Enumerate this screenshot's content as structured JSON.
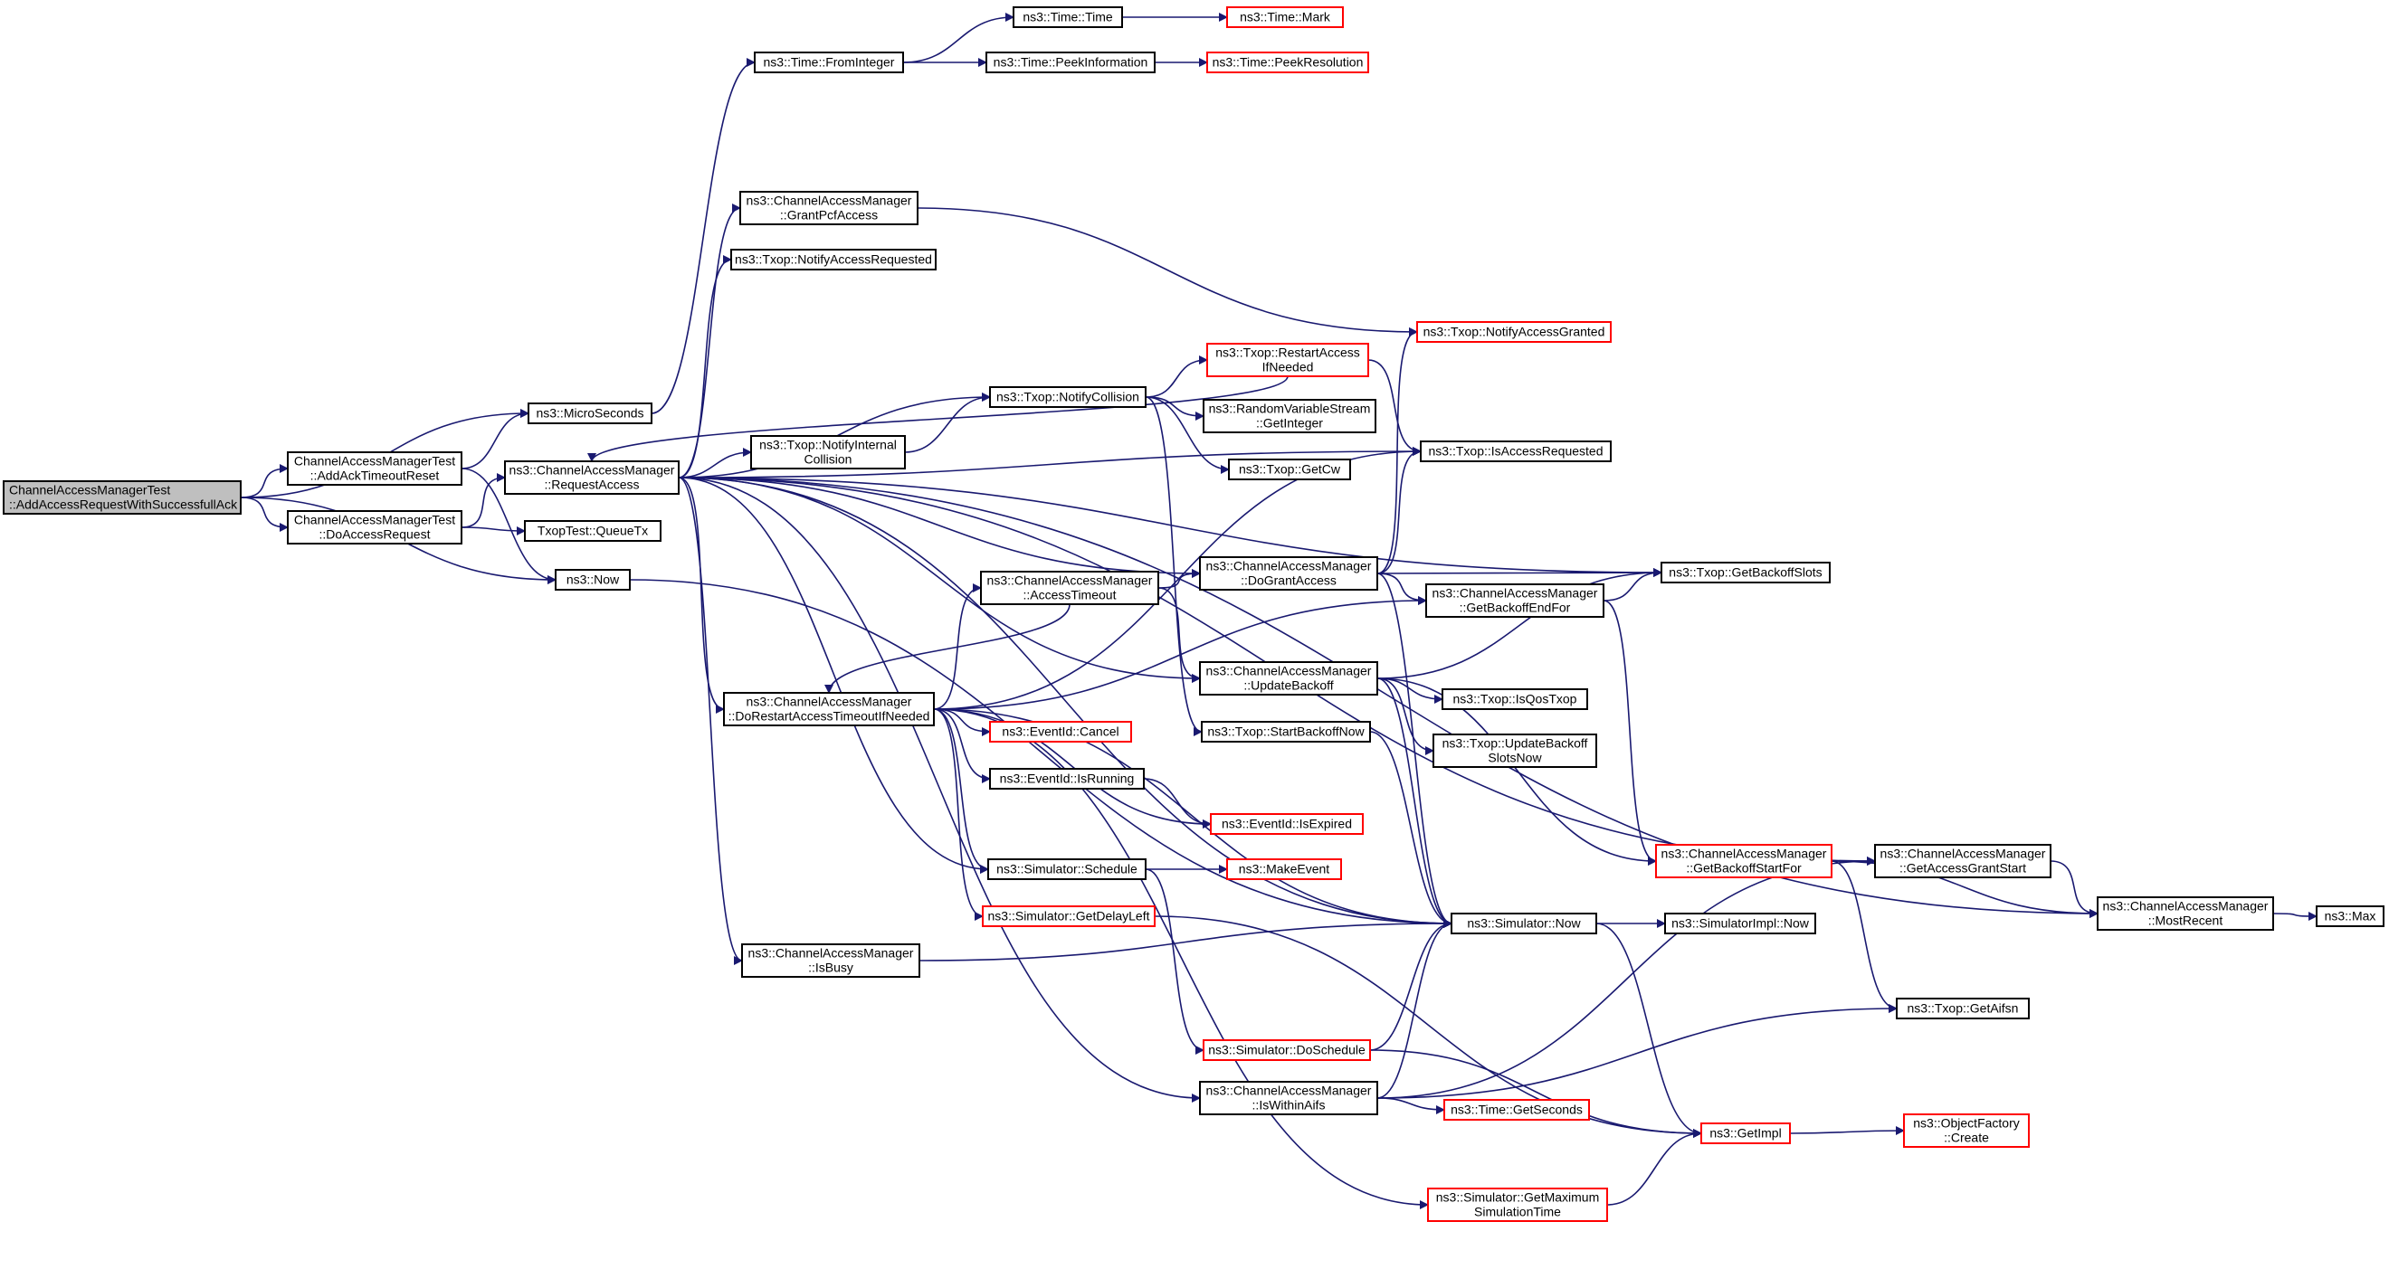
{
  "nodes": [
    {
      "id": "root",
      "lines": [
        "ChannelAccessManagerTest",
        "::AddAccessRequestWithSuccessfullAck"
      ],
      "root": true
    },
    {
      "id": "microseconds",
      "lines": [
        "ns3::MicroSeconds"
      ]
    },
    {
      "id": "addack",
      "lines": [
        "ChannelAccessManagerTest",
        "::AddAckTimeoutReset"
      ]
    },
    {
      "id": "doaccess",
      "lines": [
        "ChannelAccessManagerTest",
        "::DoAccessRequest"
      ]
    },
    {
      "id": "now",
      "lines": [
        "ns3::Now"
      ]
    },
    {
      "id": "fromint",
      "lines": [
        "ns3::Time::FromInteger"
      ]
    },
    {
      "id": "timetime",
      "lines": [
        "ns3::Time::Time"
      ]
    },
    {
      "id": "timemark",
      "lines": [
        "ns3::Time::Mark"
      ],
      "red": true
    },
    {
      "id": "peekinfo",
      "lines": [
        "ns3::Time::PeekInformation"
      ]
    },
    {
      "id": "peekres",
      "lines": [
        "ns3::Time::PeekResolution"
      ],
      "red": true
    },
    {
      "id": "reqaccess",
      "lines": [
        "ns3::ChannelAccessManager",
        "::RequestAccess"
      ]
    },
    {
      "id": "queuetx",
      "lines": [
        "TxopTest::QueueTx"
      ]
    },
    {
      "id": "grantpcf",
      "lines": [
        "ns3::ChannelAccessManager",
        "::GrantPcfAccess"
      ]
    },
    {
      "id": "notifyreq",
      "lines": [
        "ns3::Txop::NotifyAccessRequested"
      ]
    },
    {
      "id": "notifycoll",
      "lines": [
        "ns3::Txop::NotifyCollision"
      ]
    },
    {
      "id": "notifyint",
      "lines": [
        "ns3::Txop::NotifyInternal",
        "Collision"
      ]
    },
    {
      "id": "restartaccess",
      "lines": [
        "ns3::Txop::RestartAccess",
        "IfNeeded"
      ],
      "red": true
    },
    {
      "id": "notifygranted",
      "lines": [
        "ns3::Txop::NotifyAccessGranted"
      ],
      "red": true
    },
    {
      "id": "rvsgetint",
      "lines": [
        "ns3::RandomVariableStream",
        "::GetInteger"
      ]
    },
    {
      "id": "getcw",
      "lines": [
        "ns3::Txop::GetCw"
      ]
    },
    {
      "id": "isaccreq",
      "lines": [
        "ns3::Txop::IsAccessRequested"
      ]
    },
    {
      "id": "accesstimeout",
      "lines": [
        "ns3::ChannelAccessManager",
        "::AccessTimeout"
      ]
    },
    {
      "id": "dogrant",
      "lines": [
        "ns3::ChannelAccessManager",
        "::DoGrantAccess"
      ]
    },
    {
      "id": "getbackoffend",
      "lines": [
        "ns3::ChannelAccessManager",
        "::GetBackoffEndFor"
      ]
    },
    {
      "id": "getbackoffslots",
      "lines": [
        "ns3::Txop::GetBackoffSlots"
      ]
    },
    {
      "id": "dorestart",
      "lines": [
        "ns3::ChannelAccessManager",
        "::DoRestartAccessTimeoutIfNeeded"
      ]
    },
    {
      "id": "updatebackoff",
      "lines": [
        "ns3::ChannelAccessManager",
        "::UpdateBackoff"
      ]
    },
    {
      "id": "isqos",
      "lines": [
        "ns3::Txop::IsQosTxop"
      ]
    },
    {
      "id": "startbackoff",
      "lines": [
        "ns3::Txop::StartBackoffNow"
      ]
    },
    {
      "id": "updbackslots",
      "lines": [
        "ns3::Txop::UpdateBackoff",
        "SlotsNow"
      ]
    },
    {
      "id": "evcancel",
      "lines": [
        "ns3::EventId::Cancel"
      ],
      "red": true
    },
    {
      "id": "evrunning",
      "lines": [
        "ns3::EventId::IsRunning"
      ]
    },
    {
      "id": "evexpired",
      "lines": [
        "ns3::EventId::IsExpired"
      ],
      "red": true
    },
    {
      "id": "simschedule",
      "lines": [
        "ns3::Simulator::Schedule"
      ]
    },
    {
      "id": "makeevent",
      "lines": [
        "ns3::MakeEvent"
      ],
      "red": true
    },
    {
      "id": "simdelay",
      "lines": [
        "ns3::Simulator::GetDelayLeft"
      ],
      "red": true
    },
    {
      "id": "simnow",
      "lines": [
        "ns3::Simulator::Now"
      ]
    },
    {
      "id": "simimplnow",
      "lines": [
        "ns3::SimulatorImpl::Now"
      ]
    },
    {
      "id": "isbusy",
      "lines": [
        "ns3::ChannelAccessManager",
        "::IsBusy"
      ]
    },
    {
      "id": "getbackoffstart",
      "lines": [
        "ns3::ChannelAccessManager",
        "::GetBackoffStartFor"
      ],
      "red": true
    },
    {
      "id": "getaccgrant",
      "lines": [
        "ns3::ChannelAccessManager",
        "::GetAccessGrantStart"
      ]
    },
    {
      "id": "mostrecent",
      "lines": [
        "ns3::ChannelAccessManager",
        "::MostRecent"
      ]
    },
    {
      "id": "max",
      "lines": [
        "ns3::Max"
      ]
    },
    {
      "id": "getaifsn",
      "lines": [
        "ns3::Txop::GetAifsn"
      ]
    },
    {
      "id": "doschedule",
      "lines": [
        "ns3::Simulator::DoSchedule"
      ],
      "red": true
    },
    {
      "id": "iswithinaifs",
      "lines": [
        "ns3::ChannelAccessManager",
        "::IsWithinAifs"
      ]
    },
    {
      "id": "getseconds",
      "lines": [
        "ns3::Time::GetSeconds"
      ],
      "red": true
    },
    {
      "id": "getimpl",
      "lines": [
        "ns3::GetImpl"
      ],
      "red": true
    },
    {
      "id": "objcreate",
      "lines": [
        "ns3::ObjectFactory",
        "::Create"
      ],
      "red": true
    },
    {
      "id": "getmaxsim",
      "lines": [
        "ns3::Simulator::GetMaximum",
        "SimulationTime"
      ],
      "red": true
    }
  ],
  "edges": [
    [
      "root",
      "microseconds"
    ],
    [
      "root",
      "addack"
    ],
    [
      "root",
      "doaccess"
    ],
    [
      "root",
      "now"
    ],
    [
      "addack",
      "microseconds"
    ],
    [
      "addack",
      "now"
    ],
    [
      "doaccess",
      "reqaccess"
    ],
    [
      "doaccess",
      "queuetx"
    ],
    [
      "microseconds",
      "fromint"
    ],
    [
      "fromint",
      "timetime"
    ],
    [
      "fromint",
      "peekinfo"
    ],
    [
      "timetime",
      "timemark"
    ],
    [
      "peekinfo",
      "peekres"
    ],
    [
      "now",
      "simnow"
    ],
    [
      "reqaccess",
      "grantpcf"
    ],
    [
      "reqaccess",
      "notifyreq"
    ],
    [
      "reqaccess",
      "notifycoll"
    ],
    [
      "reqaccess",
      "notifyint"
    ],
    [
      "reqaccess",
      "isaccreq"
    ],
    [
      "reqaccess",
      "getbackoffslots"
    ],
    [
      "reqaccess",
      "getaccgrant"
    ],
    [
      "reqaccess",
      "dogrant"
    ],
    [
      "reqaccess",
      "updatebackoff"
    ],
    [
      "reqaccess",
      "dorestart"
    ],
    [
      "reqaccess",
      "simschedule"
    ],
    [
      "reqaccess",
      "isbusy"
    ],
    [
      "reqaccess",
      "simnow"
    ],
    [
      "reqaccess",
      "iswithinaifs"
    ],
    [
      "reqaccess",
      "mostrecent"
    ],
    [
      "grantpcf",
      "notifygranted"
    ],
    [
      "notifyint",
      "notifycoll"
    ],
    [
      "notifycoll",
      "restartaccess"
    ],
    [
      "notifycoll",
      "rvsgetint"
    ],
    [
      "notifycoll",
      "getcw"
    ],
    [
      "notifycoll",
      "startbackoff"
    ],
    [
      "restartaccess",
      "isaccreq"
    ],
    [
      "restartaccess",
      "reqaccess"
    ],
    [
      "accesstimeout",
      "dogrant"
    ],
    [
      "accesstimeout",
      "updatebackoff"
    ],
    [
      "accesstimeout",
      "dorestart"
    ],
    [
      "dogrant",
      "notifygranted"
    ],
    [
      "dogrant",
      "isaccreq"
    ],
    [
      "dogrant",
      "getbackoffslots"
    ],
    [
      "dogrant",
      "getbackoffend"
    ],
    [
      "dogrant",
      "simnow"
    ],
    [
      "getbackoffend",
      "getbackoffslots"
    ],
    [
      "getbackoffend",
      "getbackoffstart"
    ],
    [
      "dorestart",
      "accesstimeout"
    ],
    [
      "dorestart",
      "getbackoffend"
    ],
    [
      "dorestart",
      "evcancel"
    ],
    [
      "dorestart",
      "evrunning"
    ],
    [
      "dorestart",
      "evexpired"
    ],
    [
      "dorestart",
      "simschedule"
    ],
    [
      "dorestart",
      "simdelay"
    ],
    [
      "dorestart",
      "simnow"
    ],
    [
      "dorestart",
      "getmaxsim"
    ],
    [
      "dorestart",
      "isaccreq"
    ],
    [
      "updatebackoff",
      "isqos"
    ],
    [
      "updatebackoff",
      "updbackslots"
    ],
    [
      "updatebackoff",
      "getbackoffslots"
    ],
    [
      "updatebackoff",
      "getbackoffstart"
    ],
    [
      "updatebackoff",
      "simnow"
    ],
    [
      "startbackoff",
      "simnow"
    ],
    [
      "evrunning",
      "evexpired"
    ],
    [
      "simschedule",
      "makeevent"
    ],
    [
      "simschedule",
      "doschedule"
    ],
    [
      "simdelay",
      "getimpl"
    ],
    [
      "isbusy",
      "simnow"
    ],
    [
      "simnow",
      "simimplnow"
    ],
    [
      "simnow",
      "getimpl"
    ],
    [
      "doschedule",
      "simnow"
    ],
    [
      "doschedule",
      "getimpl"
    ],
    [
      "iswithinaifs",
      "getaccgrant"
    ],
    [
      "iswithinaifs",
      "getaifsn"
    ],
    [
      "iswithinaifs",
      "getseconds"
    ],
    [
      "iswithinaifs",
      "simnow"
    ],
    [
      "getbackoffstart",
      "getaccgrant"
    ],
    [
      "getbackoffstart",
      "mostrecent"
    ],
    [
      "getbackoffstart",
      "getaifsn"
    ],
    [
      "getaccgrant",
      "mostrecent"
    ],
    [
      "mostrecent",
      "max"
    ],
    [
      "getimpl",
      "objcreate"
    ],
    [
      "getmaxsim",
      "getimpl"
    ]
  ]
}
